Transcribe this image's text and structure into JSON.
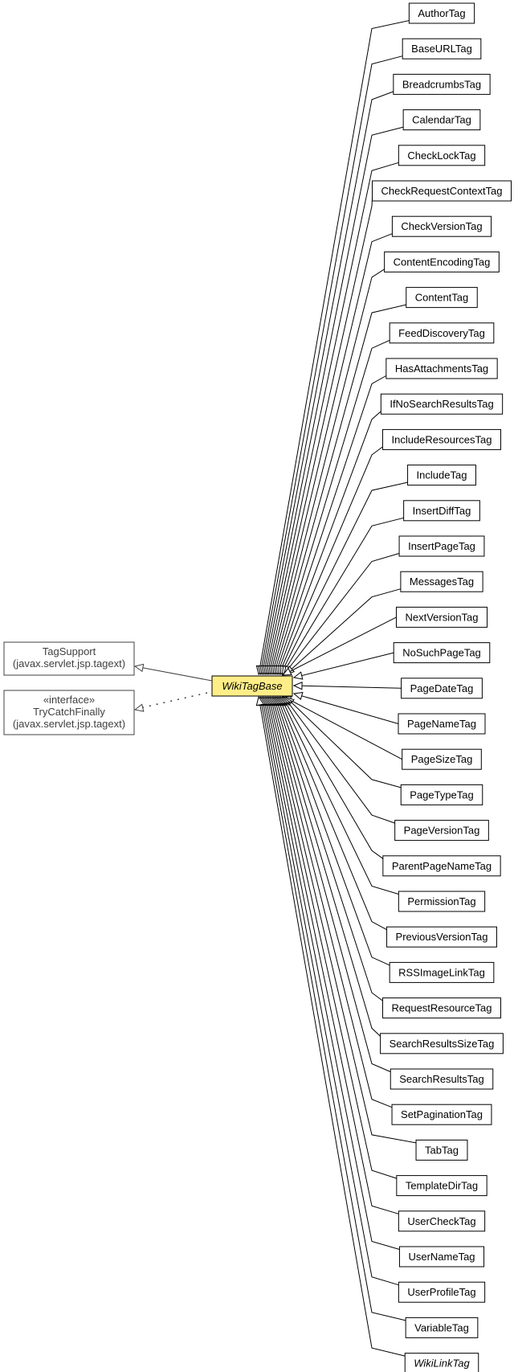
{
  "base_class": {
    "name": "WikiTagBase",
    "italic": true,
    "fill": "#ffee88"
  },
  "parents": [
    {
      "lines": [
        "TagSupport",
        "(javax.servlet.jsp.tagext)"
      ],
      "relation": "extends",
      "color": "#404040"
    },
    {
      "lines": [
        "«interface»",
        "TryCatchFinally",
        "(javax.servlet.jsp.tagext)"
      ],
      "relation": "implements",
      "color": "#404040"
    }
  ],
  "subclasses": [
    {
      "name": "AuthorTag"
    },
    {
      "name": "BaseURLTag"
    },
    {
      "name": "BreadcrumbsTag"
    },
    {
      "name": "CalendarTag"
    },
    {
      "name": "CheckLockTag"
    },
    {
      "name": "CheckRequestContextTag"
    },
    {
      "name": "CheckVersionTag"
    },
    {
      "name": "ContentEncodingTag"
    },
    {
      "name": "ContentTag"
    },
    {
      "name": "FeedDiscoveryTag"
    },
    {
      "name": "HasAttachmentsTag"
    },
    {
      "name": "IfNoSearchResultsTag"
    },
    {
      "name": "IncludeResourcesTag"
    },
    {
      "name": "IncludeTag"
    },
    {
      "name": "InsertDiffTag"
    },
    {
      "name": "InsertPageTag"
    },
    {
      "name": "MessagesTag"
    },
    {
      "name": "NextVersionTag"
    },
    {
      "name": "NoSuchPageTag"
    },
    {
      "name": "PageDateTag"
    },
    {
      "name": "PageNameTag"
    },
    {
      "name": "PageSizeTag"
    },
    {
      "name": "PageTypeTag"
    },
    {
      "name": "PageVersionTag"
    },
    {
      "name": "ParentPageNameTag"
    },
    {
      "name": "PermissionTag"
    },
    {
      "name": "PreviousVersionTag"
    },
    {
      "name": "RSSImageLinkTag"
    },
    {
      "name": "RequestResourceTag"
    },
    {
      "name": "SearchResultsSizeTag"
    },
    {
      "name": "SearchResultsTag"
    },
    {
      "name": "SetPaginationTag"
    },
    {
      "name": "TabTag"
    },
    {
      "name": "TemplateDirTag"
    },
    {
      "name": "UserCheckTag"
    },
    {
      "name": "UserNameTag"
    },
    {
      "name": "UserProfileTag"
    },
    {
      "name": "VariableTag"
    },
    {
      "name": "WikiLinkTag",
      "italic": true
    }
  ]
}
